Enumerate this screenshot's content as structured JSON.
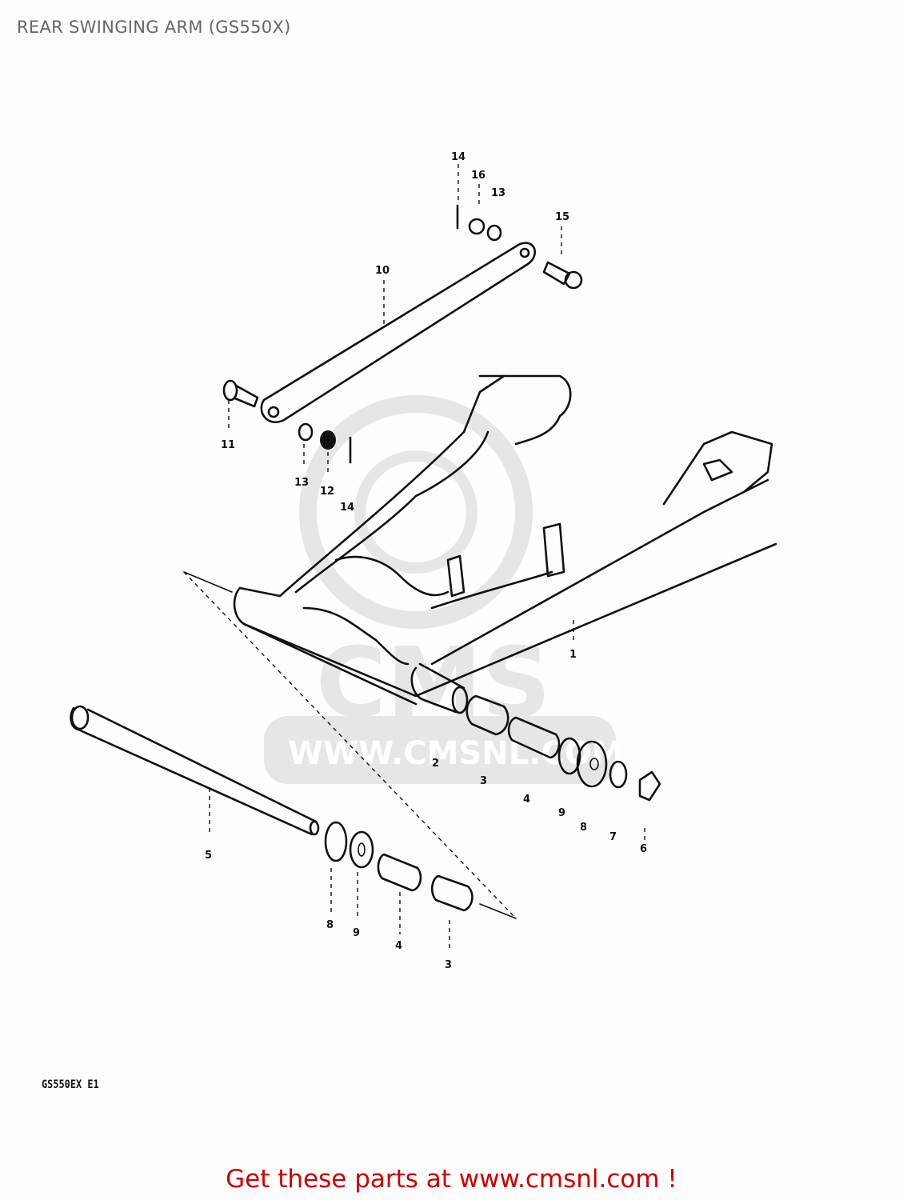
{
  "page": {
    "title": "REAR SWINGING ARM (GS550X)",
    "diagram_code": "GS550EX E1",
    "footer_text": "Get these parts at www.cmsnl.com !",
    "footer_color": "#cc0000",
    "title_color": "#666666"
  },
  "watermark": {
    "logo_text": "CMS",
    "url_text": "WWW.CMSNL.COM",
    "color": "#e6e6e6"
  },
  "callouts": [
    {
      "number": "1",
      "part": "swinging-arm"
    },
    {
      "number": "2",
      "part": "pivot-spacer"
    },
    {
      "number": "3",
      "part": "bearing"
    },
    {
      "number": "3",
      "part": "bearing-lower"
    },
    {
      "number": "4",
      "part": "spacer"
    },
    {
      "number": "4",
      "part": "spacer-lower"
    },
    {
      "number": "5",
      "part": "pivot-shaft"
    },
    {
      "number": "6",
      "part": "nut"
    },
    {
      "number": "7",
      "part": "washer"
    },
    {
      "number": "8",
      "part": "dust-seal"
    },
    {
      "number": "8",
      "part": "dust-seal-lower"
    },
    {
      "number": "9",
      "part": "washer"
    },
    {
      "number": "9",
      "part": "washer-lower"
    },
    {
      "number": "10",
      "part": "torque-link"
    },
    {
      "number": "11",
      "part": "bolt"
    },
    {
      "number": "12",
      "part": "nut"
    },
    {
      "number": "13",
      "part": "washer"
    },
    {
      "number": "13",
      "part": "washer-upper"
    },
    {
      "number": "14",
      "part": "cotter-pin"
    },
    {
      "number": "14",
      "part": "cotter-pin-upper"
    },
    {
      "number": "15",
      "part": "bolt"
    },
    {
      "number": "16",
      "part": "nut"
    }
  ]
}
